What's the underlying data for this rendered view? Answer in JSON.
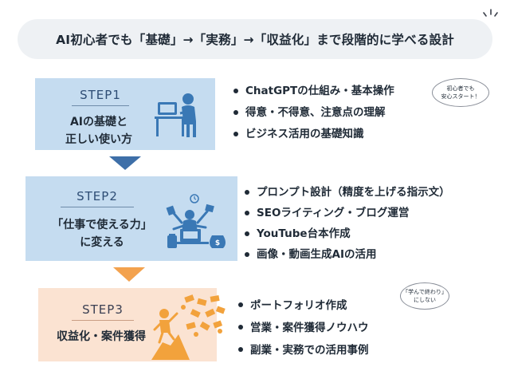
{
  "title": "AI初心者でも「基礎」→「実務」→「収益化」まで段階的に学べる設計",
  "steps": [
    {
      "label": "STEP1",
      "desc_lines": [
        "AIの基礎と",
        "正しい使い方"
      ],
      "icon": "person-at-laptop-icon",
      "bullets": [
        "ChatGPTの仕組み・基本操作",
        "得意・不得意、注意点の理解",
        "ビジネス活用の基礎知識"
      ]
    },
    {
      "label": "STEP2",
      "desc_lines": [
        "「仕事で使える力」",
        "に変える"
      ],
      "icon": "busy-worker-icon",
      "bullets": [
        "プロンプト設計（精度を上げる指示文）",
        "SEOライティング・ブログ運営",
        "YouTube台本作成",
        "画像・動画生成AIの活用"
      ]
    },
    {
      "label": "STEP3",
      "desc_lines": [
        "収益化・案件獲得"
      ],
      "icon": "climber-with-money-icon",
      "bullets": [
        "ポートフォリオ作成",
        "営業・案件獲得ノウハウ",
        "副業・実務での活用事例"
      ]
    }
  ],
  "bubbles": [
    {
      "lines": [
        "初心者でも",
        "安心スタート！"
      ]
    },
    {
      "lines": [
        "「学んで終わり」",
        "にしない"
      ]
    }
  ],
  "colors": {
    "title_bg": "#eef1f4",
    "step_blue": "#c5dcf0",
    "step_peach": "#fbe3d2",
    "arrow_blue": "#3e6fa8",
    "arrow_orange": "#f3a24e",
    "icon_blue": "#3a78b5",
    "icon_orange": "#f2a23c"
  }
}
